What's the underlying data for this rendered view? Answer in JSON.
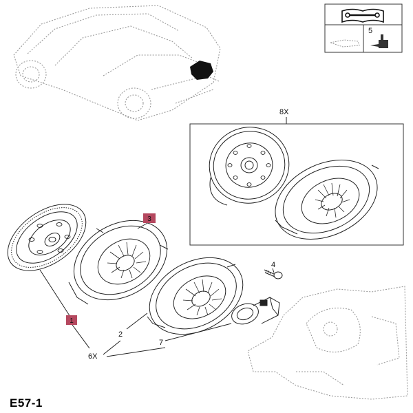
{
  "page_code": "E57-1",
  "inset_label": "8X",
  "callouts": {
    "c1": "1",
    "c2": "2",
    "c3": "3",
    "c4": "4",
    "c5": "5",
    "c7": "7",
    "c6x": "6X"
  },
  "colors": {
    "badge_fill": "#b5485f",
    "line": "#222222",
    "ghost": "#9a9a9a"
  },
  "icons": {
    "toolbox": "wrench-book-icon",
    "tool_5": "fluid-dispenser-icon"
  }
}
